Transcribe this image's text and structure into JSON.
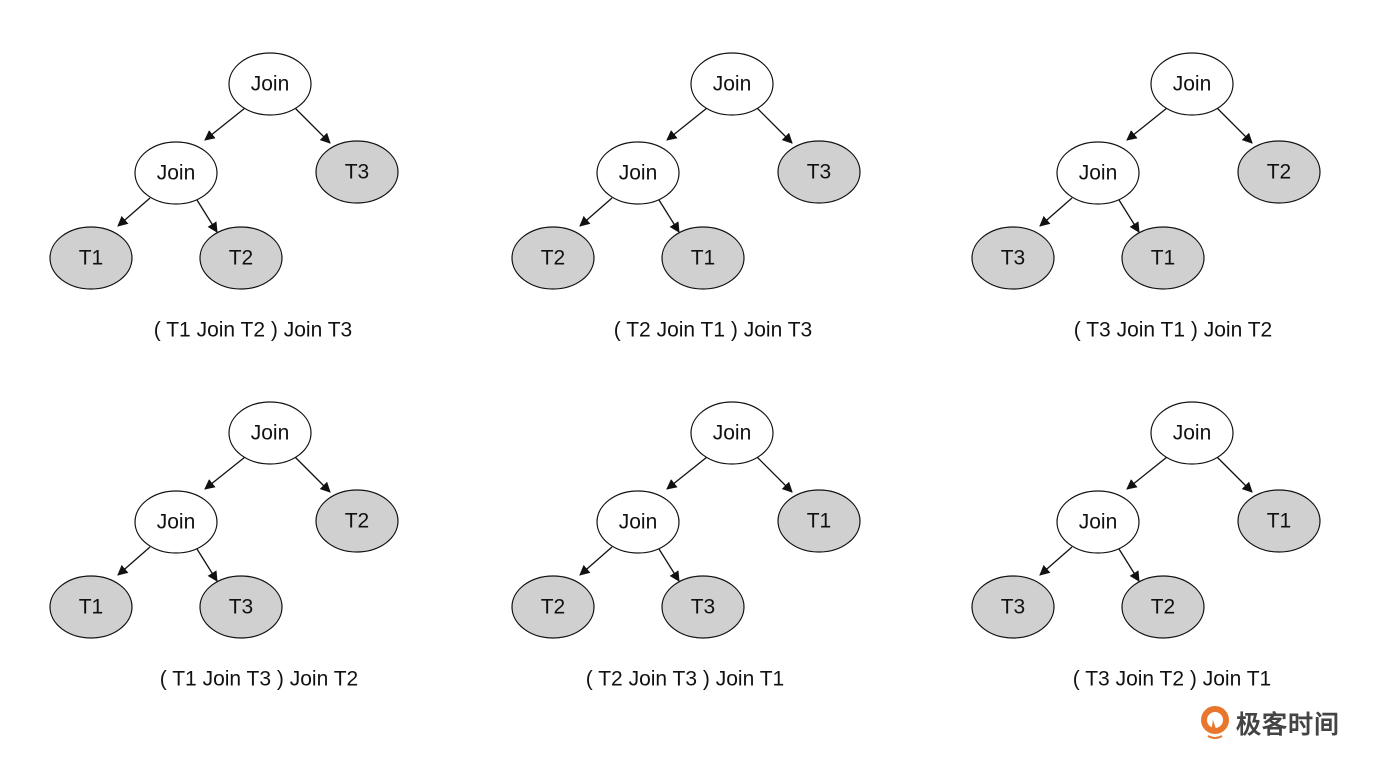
{
  "colors": {
    "leaf_fill": "#d0d0d0",
    "join_fill": "#ffffff",
    "stroke": "#111111",
    "logo_orange": "#e8762d"
  },
  "trees": [
    {
      "root": "Join",
      "inner": "Join",
      "right": "T3",
      "left_left": "T1",
      "left_right": "T2",
      "caption": "( T1 Join T2 ) Join T3"
    },
    {
      "root": "Join",
      "inner": "Join",
      "right": "T3",
      "left_left": "T2",
      "left_right": "T1",
      "caption": "( T2 Join T1 ) Join T3"
    },
    {
      "root": "Join",
      "inner": "Join",
      "right": "T2",
      "left_left": "T3",
      "left_right": "T1",
      "caption": "( T3 Join T1 ) Join T2"
    },
    {
      "root": "Join",
      "inner": "Join",
      "right": "T2",
      "left_left": "T1",
      "left_right": "T3",
      "caption": "( T1 Join T3 ) Join T2"
    },
    {
      "root": "Join",
      "inner": "Join",
      "right": "T1",
      "left_left": "T2",
      "left_right": "T3",
      "caption": "( T2 Join T3 ) Join T1"
    },
    {
      "root": "Join",
      "inner": "Join",
      "right": "T1",
      "left_left": "T3",
      "left_right": "T2",
      "caption": "( T3 Join T2 ) Join T1"
    }
  ],
  "logo": {
    "text": "极客时间",
    "icon": "geektime-logo-icon"
  }
}
